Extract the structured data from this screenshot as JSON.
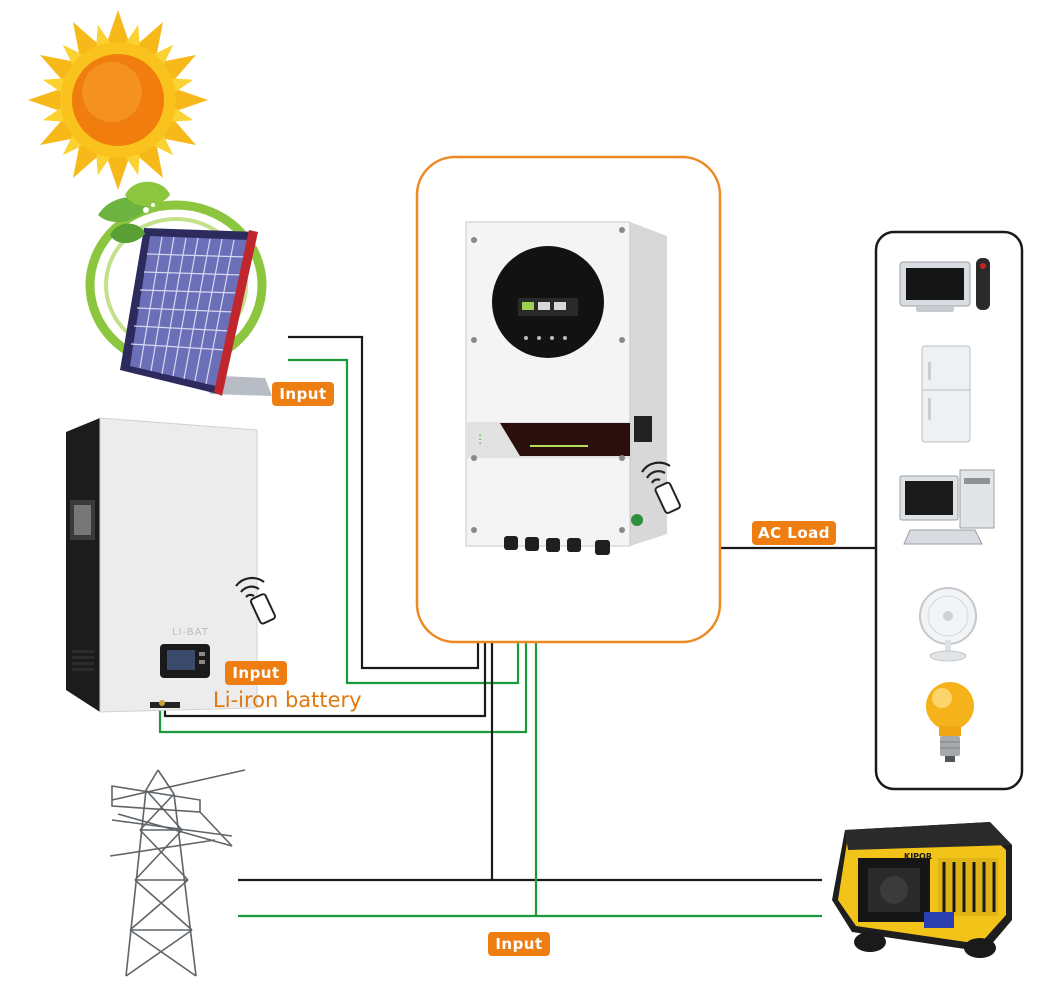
{
  "labels": {
    "solar_input": "Input",
    "battery_input": "Input",
    "grid_input": "Input",
    "ac_load": "AC Load",
    "battery_caption": "Li-iron battery",
    "battery_brand": "LI-BAT",
    "generator_brand": "KIPOR"
  },
  "colors": {
    "tag_orange": "#ee7d12",
    "wire_black": "#1a1a1a",
    "wire_green": "#1a9a3a",
    "inverter_frame": "#ee8a23"
  },
  "icons": [
    "sun-icon",
    "solar-panel-icon",
    "leaf-icon",
    "battery-icon",
    "wifi-phone-icon",
    "inverter-icon",
    "power-tower-icon",
    "generator-icon",
    "tv-icon",
    "fridge-icon",
    "computer-icon",
    "fan-icon",
    "light-bulb-icon"
  ]
}
